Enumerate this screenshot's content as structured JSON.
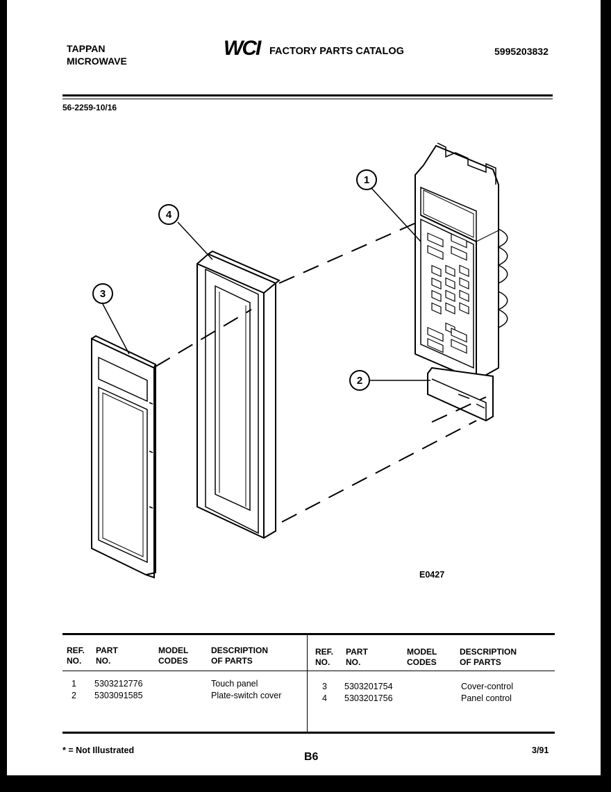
{
  "header": {
    "brand_line1": "TAPPAN",
    "brand_line2": "MICROWAVE",
    "logo_text": "WCI",
    "catalog_title": "FACTORY PARTS CATALOG",
    "catalog_number": "5995203832"
  },
  "model_number": "56-2259-10/16",
  "diagram": {
    "callouts": [
      "1",
      "2",
      "3",
      "4"
    ],
    "figure_code": "E0427"
  },
  "parts_table": {
    "headers": {
      "ref_1": "REF.",
      "ref_2": "NO.",
      "part_1": "PART",
      "part_2": "NO.",
      "model_1": "MODEL",
      "model_2": "CODES",
      "desc_1": "DESCRIPTION",
      "desc_2": "OF PARTS"
    },
    "left_rows": [
      {
        "ref": "1",
        "part": "5303212776",
        "model": "",
        "desc": "Touch panel"
      },
      {
        "ref": "2",
        "part": "5303091585",
        "model": "",
        "desc": "Plate-switch cover"
      }
    ],
    "right_rows": [
      {
        "ref": "3",
        "part": "5303201754",
        "model": "",
        "desc": "Cover-control"
      },
      {
        "ref": "4",
        "part": "5303201756",
        "model": "",
        "desc": "Panel control"
      }
    ]
  },
  "footer": {
    "note": "* = Not Illustrated",
    "page": "B6",
    "date": "3/91"
  }
}
